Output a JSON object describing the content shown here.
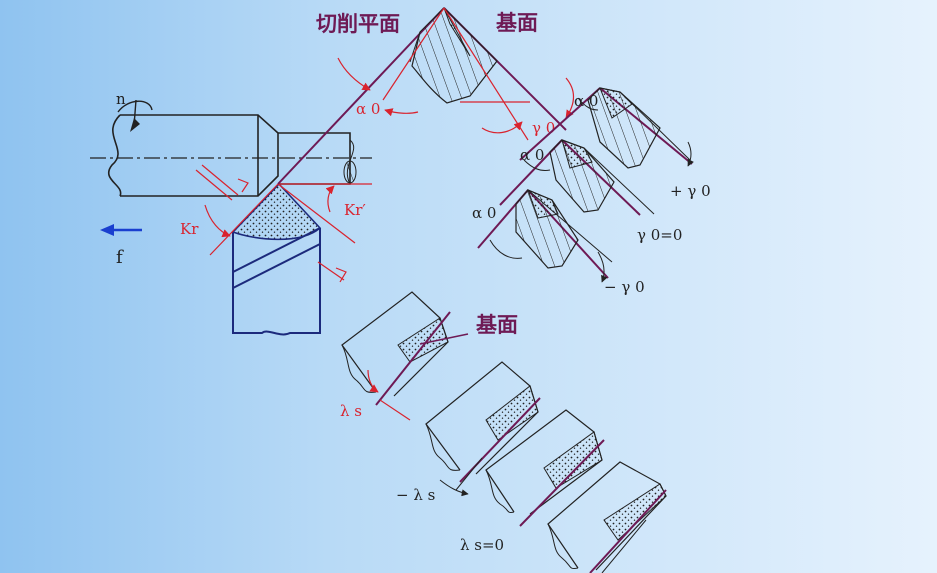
{
  "labels": {
    "cutting_plane": "切削平面",
    "base_plane_top": "基面",
    "base_plane_bottom": "基面",
    "n": "n",
    "f": "f",
    "kr": "Kr",
    "kr_prime": "Kr′",
    "alpha0_main": "α 0",
    "gamma0_main": "γ 0",
    "alpha0_a": "α 0",
    "alpha0_b": "α 0",
    "alpha0_c": "α 0",
    "plus_gamma0": "+ γ 0",
    "gamma0_zero": "γ 0=0",
    "minus_gamma0": "− γ 0",
    "lambda_s": "λ s",
    "minus_lambda_s": "− λ s",
    "lambda_s_zero": "λ s=0"
  },
  "colors": {
    "purple": "#6e1a55",
    "navy": "#1c2a7c",
    "red": "#d9232e",
    "arrow_blue": "#1a3fcf"
  }
}
